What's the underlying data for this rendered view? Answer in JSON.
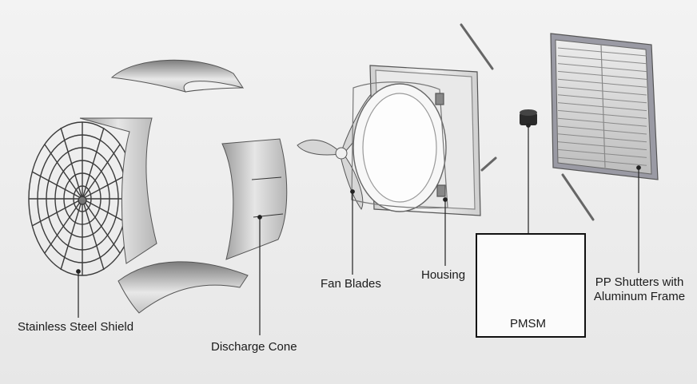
{
  "labels": {
    "stainless_steel_shield": "Stainless Steel Shield",
    "discharge_cone": "Discharge Cone",
    "fan_blades": "Fan Blades",
    "housing": "Housing",
    "pmsm": "PMSM",
    "pp_shutters_line1": "PP Shutters with",
    "pp_shutters_line2": "Aluminum Frame"
  },
  "colors": {
    "background": "#efefef",
    "leader_line": "#222222",
    "metal_light": "#f2f2f2",
    "metal_mid": "#c9c9c9",
    "metal_dark": "#8a8a8a",
    "motor_accent": "#d98a2b"
  }
}
